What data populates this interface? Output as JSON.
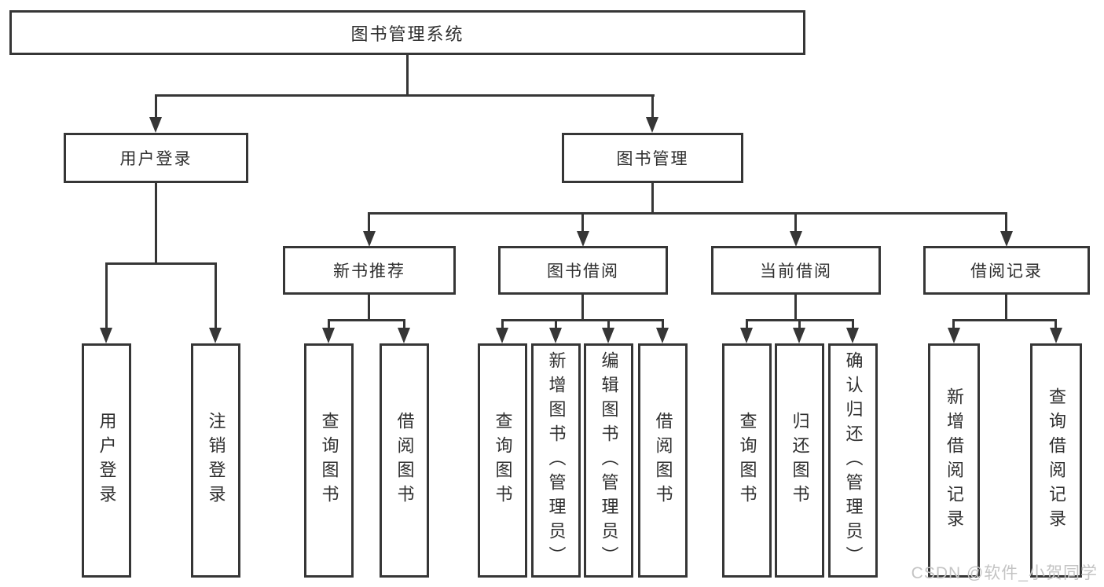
{
  "tree": {
    "root": "图书管理系统",
    "branches": [
      {
        "label": "用户登录",
        "children": [
          "用户登录",
          "注销登录"
        ]
      },
      {
        "label": "图书管理",
        "groups": [
          {
            "label": "新书推荐",
            "children": [
              "查询图书",
              "借阅图书"
            ]
          },
          {
            "label": "图书借阅",
            "children": [
              "查询图书",
              "新增图书（管理员）",
              "编辑图书（管理员）",
              "借阅图书"
            ]
          },
          {
            "label": "当前借阅",
            "children": [
              "查询图书",
              "归还图书",
              "确认归还（管理员）"
            ]
          },
          {
            "label": "借阅记录",
            "children": [
              "新增借阅记录",
              "查询借阅记录"
            ]
          }
        ]
      }
    ]
  },
  "watermark": {
    "text": "CSDN @软件_小贺同学"
  },
  "colors": {
    "line": "#363636",
    "text": "#2f2f2f",
    "watermark": "#c4c4c4",
    "background": "#ffffff"
  }
}
